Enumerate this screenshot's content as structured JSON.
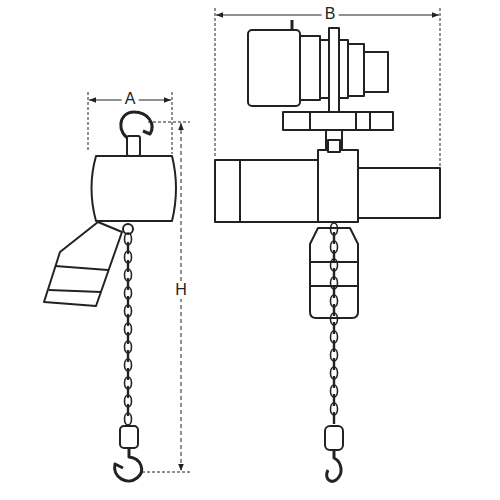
{
  "diagram": {
    "labels": [
      "A",
      "B",
      "H"
    ]
  }
}
